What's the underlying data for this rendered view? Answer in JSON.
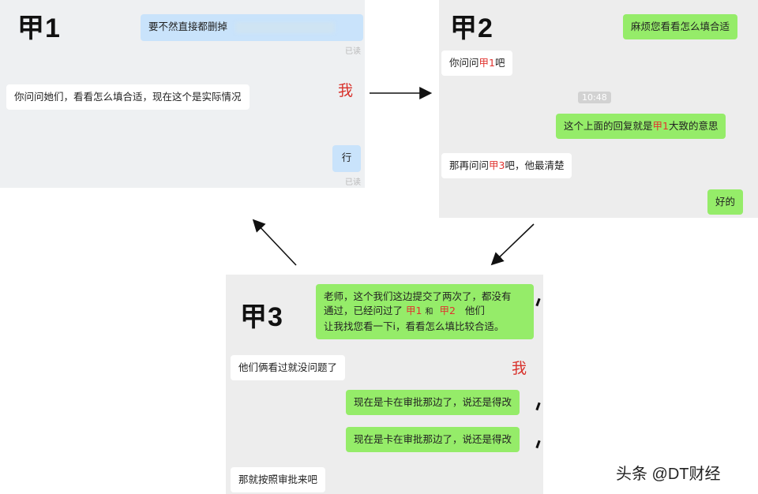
{
  "panel1": {
    "title": "甲1",
    "msg1": "要不然直接都删掉",
    "read1": "已读",
    "msg2": "你问问她们，看看怎么填合适，现在这个是实际情况",
    "me": "我",
    "msg3": "行",
    "read2": "已读"
  },
  "panel2": {
    "title": "甲2",
    "msg1": "麻烦您看看怎么填合适",
    "msg2_pre": "你问问",
    "msg2_hl": "甲1",
    "msg2_post": "吧",
    "time": "10:48",
    "msg3_pre": "这个上面的回复就是",
    "msg3_hl": "甲1",
    "msg3_post": "大致的意思",
    "msg4_pre": "那再问问",
    "msg4_hl": "甲3",
    "msg4_post": "吧，他最清楚",
    "msg5": "好的"
  },
  "panel3": {
    "title": "甲3",
    "msg1_line1": "老师，这个我们这边提交了两次了，都没有",
    "msg1_line2_pre": "通过，已经问过了",
    "msg1_hl1": "甲1",
    "msg1_and": "和",
    "msg1_hl2": "甲2",
    "msg1_line2_post": "他们",
    "msg1_line3": "让我找您看一下i，看看怎么填比较合适。",
    "msg2": "他们俩看过就没问题了",
    "me": "我",
    "msg3": "现在是卡在审批那边了，说还是得改",
    "msg4": "现在是卡在审批那边了，说还是得改",
    "msg5": "那就按照审批来吧"
  },
  "watermark": "头条 @DT财经"
}
